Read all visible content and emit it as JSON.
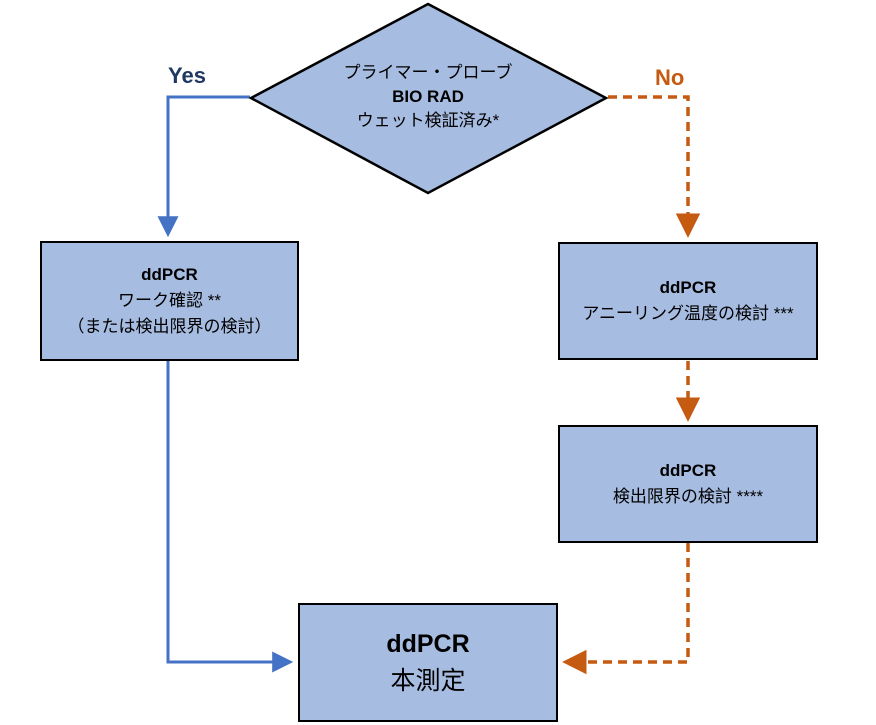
{
  "colors": {
    "node_fill": "#A7BCE1",
    "node_border": "#000000",
    "yes_line": "#4472C4",
    "yes_label_text": "#1F3864",
    "no_line": "#C55A11",
    "no_label_text": "#C55A11"
  },
  "decision": {
    "line1": "プライマー・プローブ",
    "line2": "BIO RAD",
    "line3": "ウェット検証済み*"
  },
  "branch_labels": {
    "yes": "Yes",
    "no": "No"
  },
  "nodes": {
    "left_check": {
      "title": "ddPCR",
      "line2": "ワーク確認 **",
      "line3": "（または検出限界の検討）"
    },
    "right_annealing": {
      "title": "ddPCR",
      "line2": "アニーリング温度の検討 ***"
    },
    "right_detection_limit": {
      "title": "ddPCR",
      "line2": "検出限界の検討 ****"
    },
    "final_measurement": {
      "title": "ddPCR",
      "line2": "本測定"
    }
  }
}
